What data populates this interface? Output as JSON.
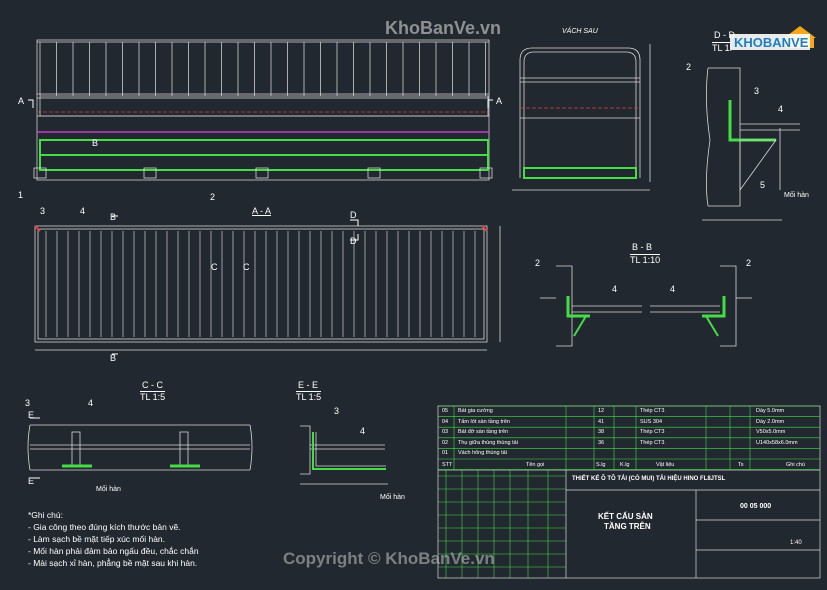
{
  "watermark": {
    "site": "KhoBanVe.vn",
    "copyright": "Copyright © KhoBanVe.vn",
    "logo_text": "KHOBANVE"
  },
  "views": {
    "vach_sau": "VÁCH SAU",
    "aa": "A - A",
    "bb_title": "B - B",
    "bb_scale": "TL 1:10",
    "cc_title": "C - C",
    "cc_scale": "TL 1:5",
    "dd_title": "D - D",
    "dd_scale": "TL 1:",
    "ee_title": "E - E",
    "ee_scale": "TL 1:5"
  },
  "callouts": {
    "A": "A",
    "B": "B",
    "C": "C",
    "D": "D",
    "E": "E",
    "n1": "1",
    "n2": "2",
    "n3": "3",
    "n4": "4",
    "n5": "5",
    "moi_han": "Mối hàn"
  },
  "notes": {
    "title": "*Ghi chú:",
    "lines": [
      "- Gia công theo đúng kích thước bản vẽ.",
      "- Làm sạch bề mặt tiếp xúc mối hàn.",
      "- Mối hàn phải đảm bảo ngấu đều, chắc chắn",
      "- Mài sạch xỉ hàn, phẳng bề mặt sau khi hàn."
    ]
  },
  "parts_table": {
    "rows": [
      {
        "stt": "05",
        "name": "Bát gia cường",
        "qty": "12",
        "material": "Thép CT3",
        "spec": "Dày 5.0mm"
      },
      {
        "stt": "04",
        "name": "Tấm lót sàn tầng trên",
        "qty": "41",
        "material": "SUS 304",
        "spec": "Dày 2.0mm"
      },
      {
        "stt": "03",
        "name": "Bát đỡ sàn tầng trên",
        "qty": "38",
        "material": "Thép CT3",
        "spec": "V50x5.0mm"
      },
      {
        "stt": "02",
        "name": "Thụ giữa thùng thùng tải",
        "qty": "36",
        "material": "Thép CT3",
        "spec": "U140x58x6.0mm"
      },
      {
        "stt": "01",
        "name": "Vách hông thùng tải",
        "qty": "",
        "material": "",
        "spec": ""
      }
    ],
    "header": {
      "stt": "STT",
      "name": "Tên gọi",
      "qty": "S.lg",
      "kg": "K.lg",
      "material": "Vật liệu",
      "ts": "Ts",
      "note": "Ghi chú"
    }
  },
  "title_block": {
    "project": "THIẾT KẾ Ô TÔ TẢI (CÓ MUI) TẢI HIỆU HINO FL8JTSL",
    "drawing_title_1": "KẾT CẤU SÀN",
    "drawing_title_2": "TẦNG TRÊN",
    "code": "00 05 000",
    "scale": "1:40"
  }
}
